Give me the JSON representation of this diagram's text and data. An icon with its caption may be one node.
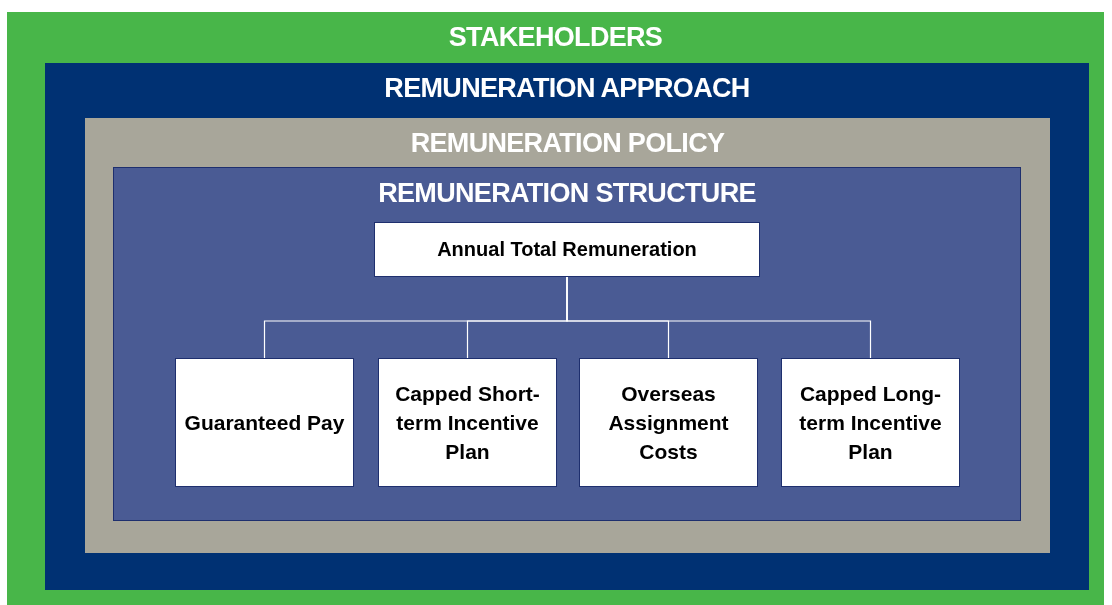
{
  "diagram": {
    "nodes": [
      {
        "text": [
          "STAKEHOLDERS"
        ]
      },
      {
        "text": [
          "REMUNERATION APPROACH"
        ],
        "in": 0
      },
      {
        "text": [
          "REMUNERATION POLICY"
        ],
        "in": 1
      },
      {
        "text": [
          "REMUNERATION STRUCTURE"
        ],
        "in": 2
      },
      {
        "text": [
          "Annual Total Remuneration"
        ],
        "in": 3
      },
      {
        "text": [
          "Guaranteed Pay"
        ],
        "in": 3
      },
      {
        "text": [
          "Capped Short-term Incentive Plan"
        ],
        "in": 3
      },
      {
        "text": [
          "Overseas Assignment Costs"
        ],
        "in": 3
      },
      {
        "text": [
          "Capped Long-term Incentive Plan"
        ],
        "in": 3
      }
    ],
    "edges": [
      {
        "from": 4,
        "to": 5,
        "arrow": "none"
      },
      {
        "from": 4,
        "to": 6,
        "arrow": "none"
      },
      {
        "from": 4,
        "to": 7,
        "arrow": "none"
      },
      {
        "from": 4,
        "to": 8,
        "arrow": "none"
      }
    ]
  }
}
